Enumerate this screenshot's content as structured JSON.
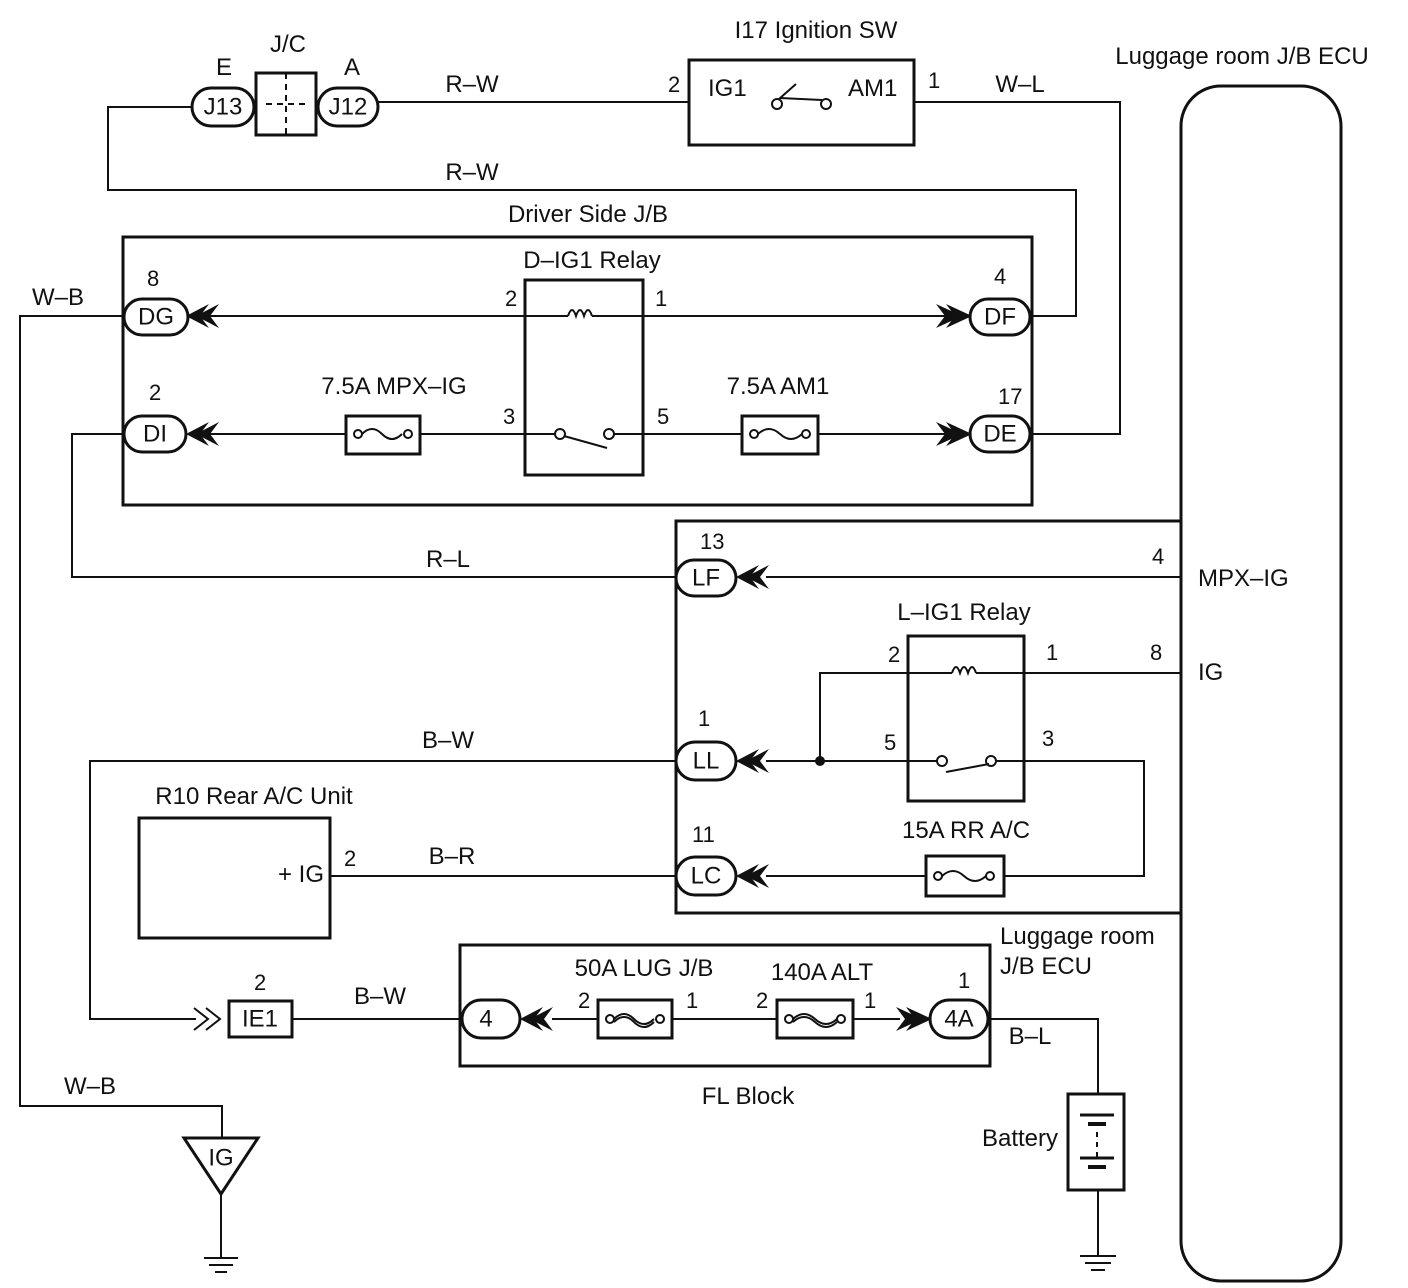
{
  "labels": {
    "jc": "J/C",
    "jc_e": "E",
    "jc_a": "A",
    "ig_sw_title": "I17 Ignition SW",
    "ig_sw_ig1": "IG1",
    "ig_sw_am1": "AM1",
    "ig_sw_pin2": "2",
    "ig_sw_pin1": "1",
    "lug_ecu_title": "Luggage room J/B ECU",
    "driver_jb_title": "Driver Side J/B",
    "d_ig1_relay": "D–IG1 Relay",
    "mpx_ig_fuse": "7.5A MPX–IG",
    "am1_fuse": "7.5A AM1",
    "l_ig1_relay": "L–IG1 Relay",
    "rr_ac_fuse": "15A RR A/C",
    "rear_ac_unit": "R10 Rear A/C Unit",
    "rear_ac_terminal": "+ IG",
    "lug_ecu_label_line1": "Luggage room",
    "lug_ecu_label_line2": "J/B ECU",
    "lug_jb_fuse": "50A LUG J/B",
    "alt_fuse": "140A ALT",
    "fl_block": "FL Block",
    "battery": "Battery",
    "ecu_mpx_ig": "MPX–IG",
    "ecu_ig": "IG"
  },
  "connectors": {
    "j13": "J13",
    "j12": "J12",
    "dg": "DG",
    "df": "DF",
    "di": "DI",
    "de": "DE",
    "lf": "LF",
    "ll": "LL",
    "lc": "LC",
    "ie1": "IE1",
    "fl4": "4",
    "fl4a": "4A",
    "ground_ig": "IG"
  },
  "wires": {
    "rw_top": "R–W",
    "wl": "W–L",
    "rw_second": "R–W",
    "wb_upper": "W–B",
    "rl": "R–L",
    "bw_upper": "B–W",
    "br": "B–R",
    "bw_lower": "B–W",
    "bl": "B–L",
    "wb_lower": "W–B"
  },
  "pins": {
    "dg": "8",
    "df": "4",
    "di": "2",
    "de": "17",
    "d_relay_2": "2",
    "d_relay_1": "1",
    "d_relay_3": "3",
    "d_relay_5": "5",
    "lf": "13",
    "ecu_mpx": "4",
    "ecu_ig": "8",
    "l_relay_2": "2",
    "l_relay_1": "1",
    "l_relay_5": "5",
    "l_relay_3": "3",
    "ll": "1",
    "lc": "11",
    "rear_ac": "2",
    "ie1": "2",
    "lug_fuse_2": "2",
    "lug_fuse_1": "1",
    "alt_fuse_2": "2",
    "alt_fuse_1": "1",
    "fl4a": "1"
  }
}
